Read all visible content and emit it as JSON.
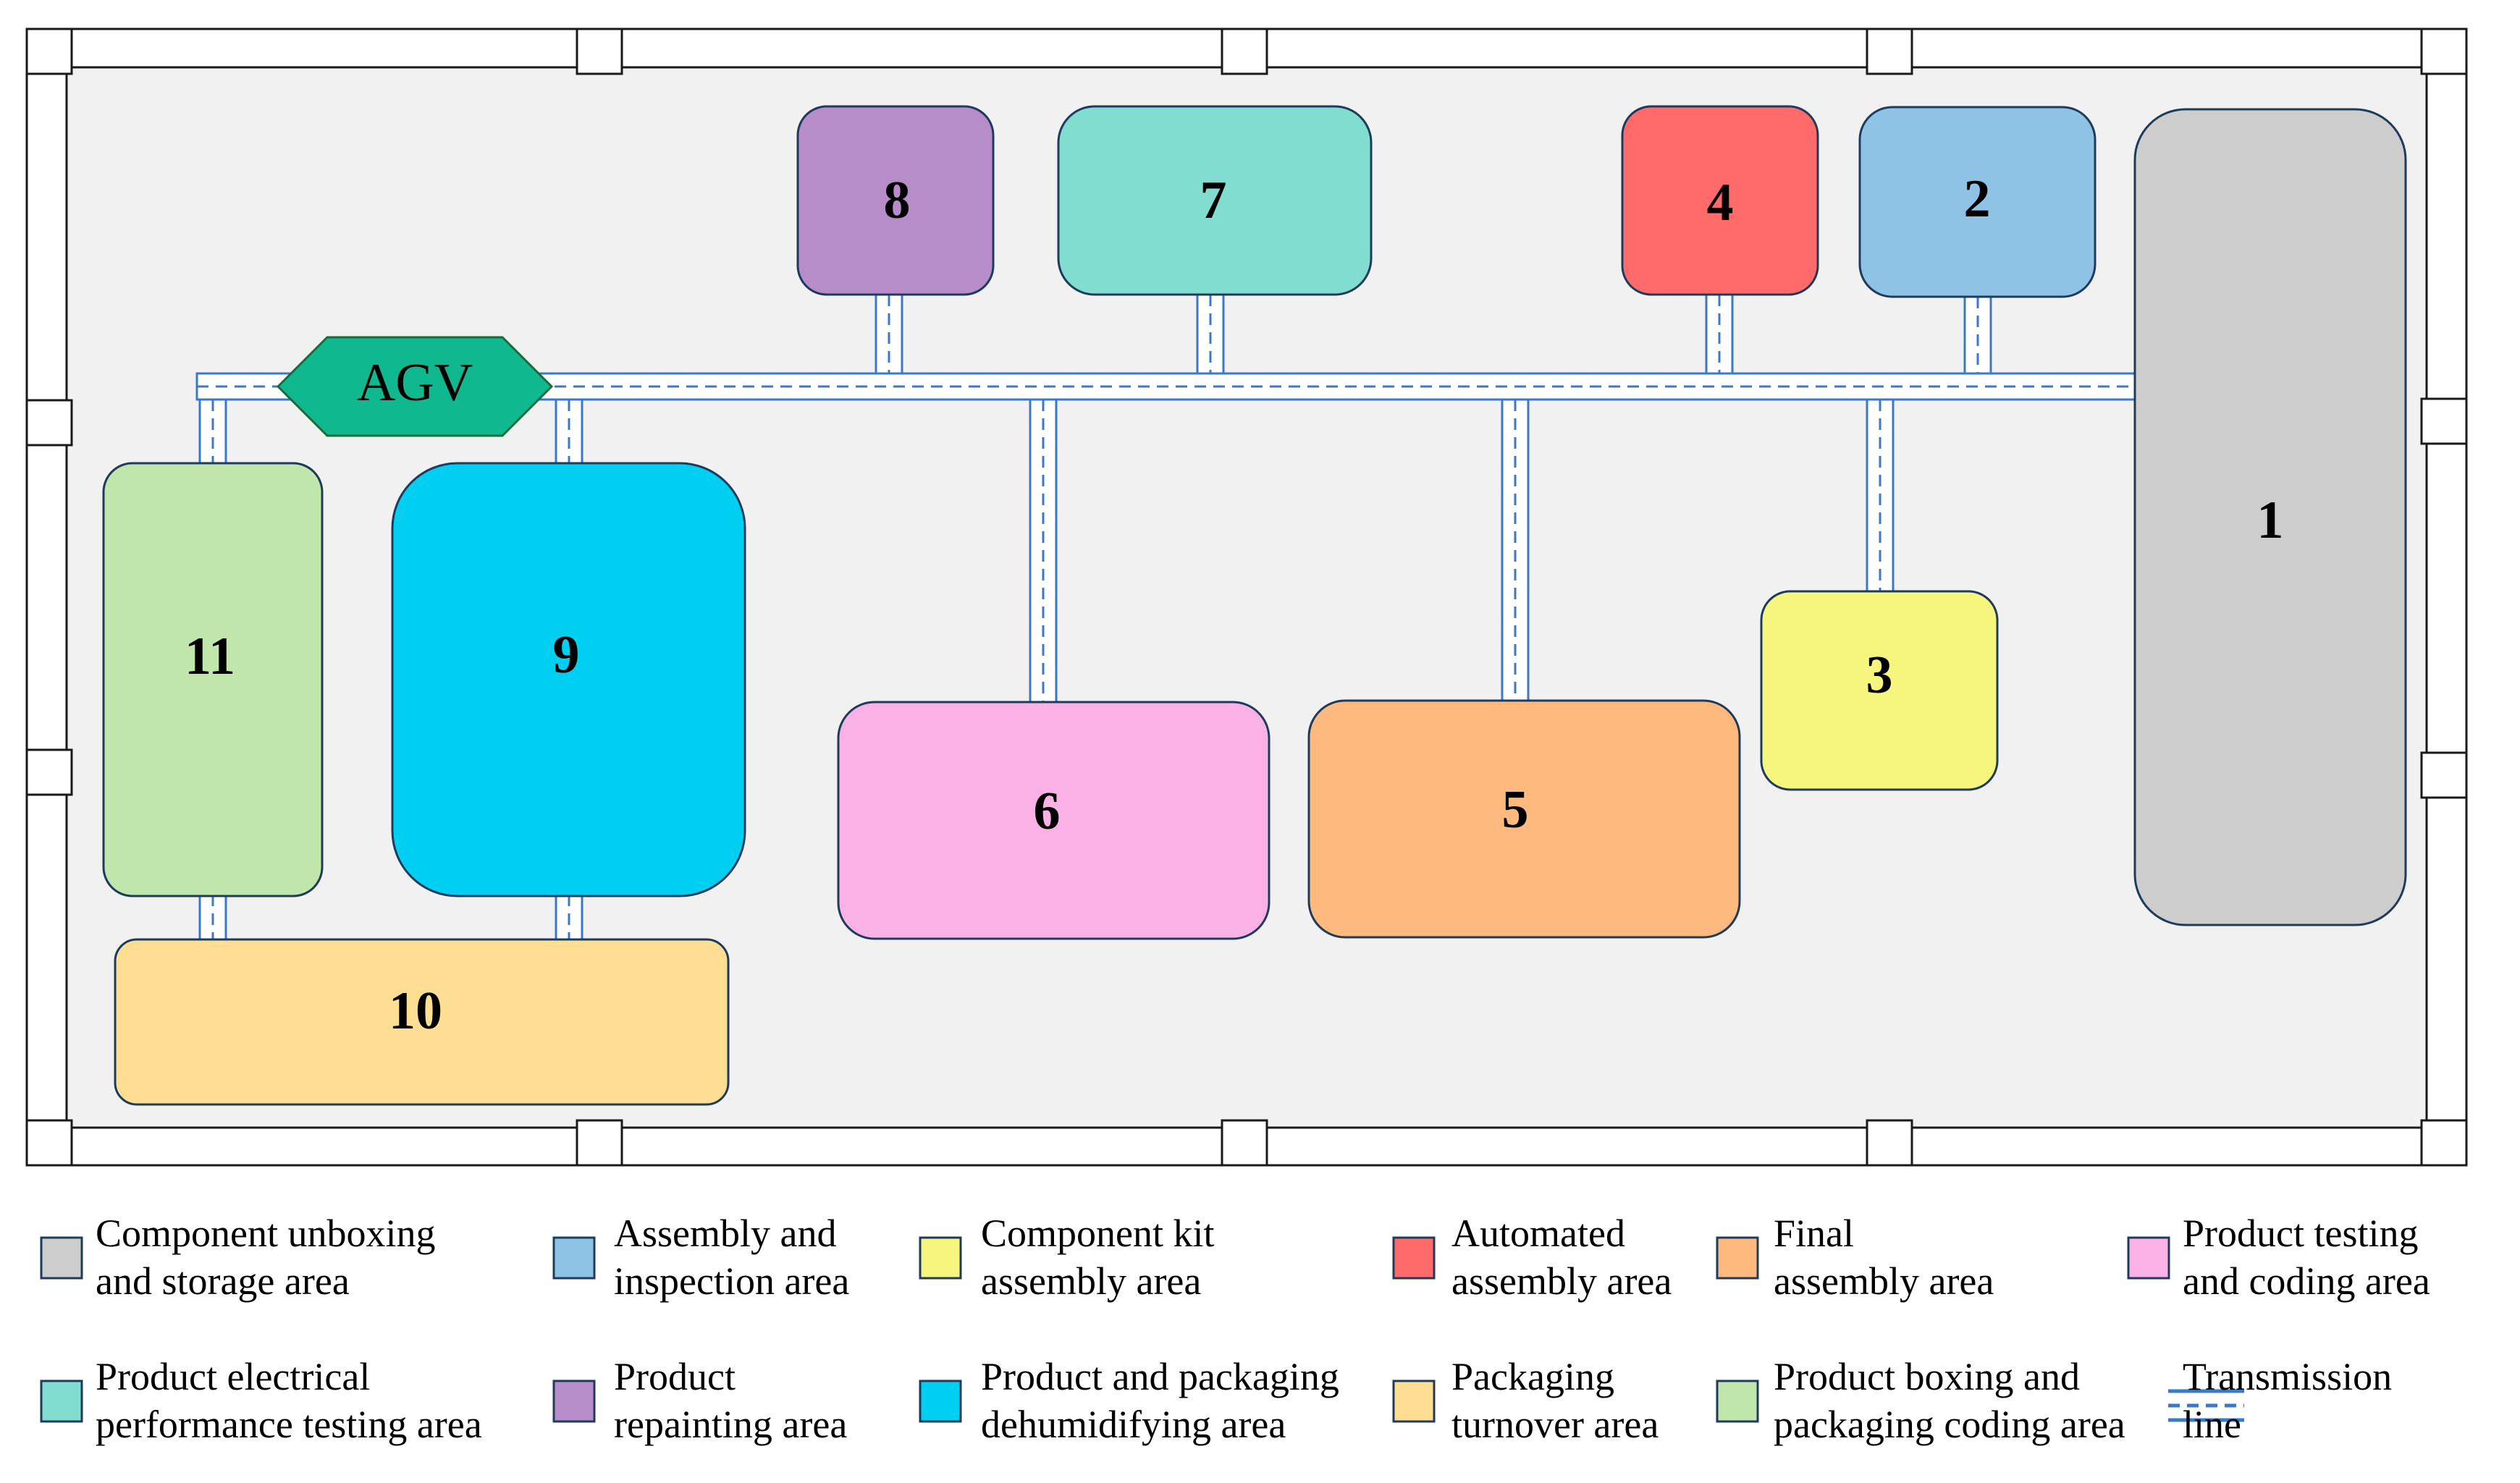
{
  "agv": {
    "label": "AGV",
    "color": "#10B890"
  },
  "zones": [
    {
      "id": "1",
      "label": "1",
      "color": "#CDCDCD"
    },
    {
      "id": "2",
      "label": "2",
      "color": "#8EC3E6"
    },
    {
      "id": "3",
      "label": "3",
      "color": "#F6F67E"
    },
    {
      "id": "4",
      "label": "4",
      "color": "#FF6B6B"
    },
    {
      "id": "5",
      "label": "5",
      "color": "#FDB97E"
    },
    {
      "id": "6",
      "label": "6",
      "color": "#F9B1E6"
    },
    {
      "id": "7",
      "label": "7",
      "color": "#80DDCF"
    },
    {
      "id": "8",
      "label": "8",
      "color": "#B68CC9"
    },
    {
      "id": "9",
      "label": "9",
      "color": "#00CFF1"
    },
    {
      "id": "10",
      "label": "10",
      "color": "#FDDE92"
    },
    {
      "id": "11",
      "label": "11",
      "color": "#C1E6AC"
    }
  ],
  "legend": [
    {
      "key": "1",
      "lines": [
        "Component unboxing",
        "and storage area"
      ],
      "color": "#CDCDCD"
    },
    {
      "key": "2",
      "lines": [
        "Assembly and",
        "inspection area"
      ],
      "color": "#8EC3E6"
    },
    {
      "key": "3",
      "lines": [
        "Component kit",
        "assembly area"
      ],
      "color": "#F6F67E"
    },
    {
      "key": "4",
      "lines": [
        "Automated",
        "assembly area"
      ],
      "color": "#FF6B6B"
    },
    {
      "key": "5",
      "lines": [
        "Final",
        "assembly area"
      ],
      "color": "#FDB97E"
    },
    {
      "key": "6",
      "lines": [
        "Product testing",
        "and coding area"
      ],
      "color": "#F9B1E6"
    },
    {
      "key": "7",
      "lines": [
        "Product electrical",
        "performance testing area"
      ],
      "color": "#80DDCF"
    },
    {
      "key": "8",
      "lines": [
        "Product",
        "repainting area"
      ],
      "color": "#B68CC9"
    },
    {
      "key": "9",
      "lines": [
        "Product and packaging",
        "dehumidifying area"
      ],
      "color": "#00CFF1"
    },
    {
      "key": "10",
      "lines": [
        "Packaging",
        "turnover area"
      ],
      "color": "#FDDE92"
    },
    {
      "key": "11",
      "lines": [
        "Product boxing and",
        "packaging coding area"
      ],
      "color": "#C1E6AC"
    },
    {
      "key": "transmission",
      "lines": [
        "Transmission",
        "line"
      ],
      "color": "#3A78C8"
    }
  ]
}
